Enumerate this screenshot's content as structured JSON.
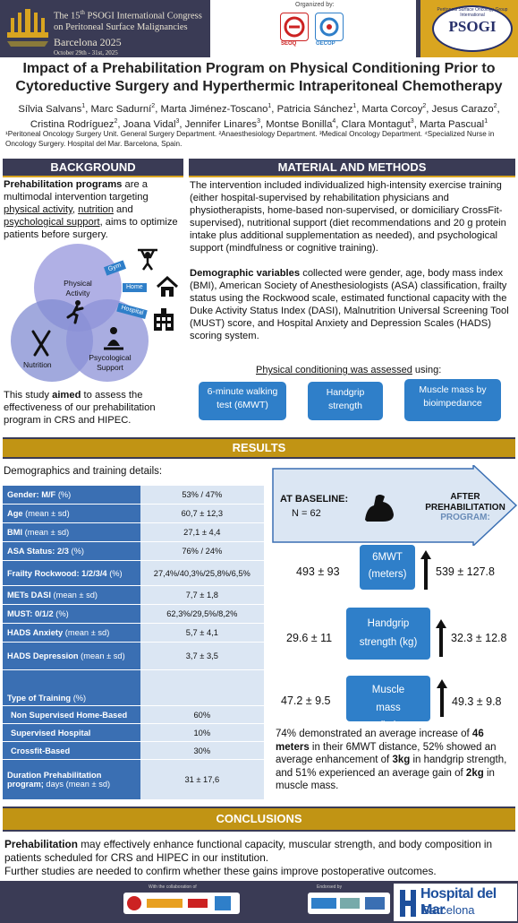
{
  "congress": {
    "line1": "The 15",
    "sup": "th",
    "line1b": " PSOGI International Congress",
    "line2": "on Peritoneal Surface Malignancies",
    "city": "Barcelona 2025",
    "dates": "October 29th - 31st, 2025"
  },
  "organized_by": "Organized by:",
  "org_logos": [
    "SEOQ",
    "GECOP"
  ],
  "psogi": {
    "ring": "Peritoneal Surface Oncology Group International",
    "name": "PSOGI"
  },
  "title": "Impact of a Prehabilitation Program on Physical Conditioning Prior to Cytoreductive Surgery and Hyperthermic Intraperitoneal Chemotherapy",
  "authors": [
    {
      "name": "Sílvia Salvans",
      "aff": "1"
    },
    {
      "name": "Marc Sadurní",
      "aff": "2"
    },
    {
      "name": "Marta Jiménez-Toscano",
      "aff": "1"
    },
    {
      "name": "Patricia Sánchez",
      "aff": "1"
    },
    {
      "name": "Marta Corcoy",
      "aff": "2"
    },
    {
      "name": "Jesus Carazo",
      "aff": "2"
    },
    {
      "name": "Cristina Rodríguez",
      "aff": "2"
    },
    {
      "name": "Joana Vidal",
      "aff": "3"
    },
    {
      "name": "Jennifer Linares",
      "aff": "3"
    },
    {
      "name": "Montse Bonilla",
      "aff": "4"
    },
    {
      "name": "Clara Montagut",
      "aff": "3"
    },
    {
      "name": "Marta Pascual",
      "aff": "1"
    }
  ],
  "affiliations": "¹Peritoneal Oncology Surgery Unit. General Surgery Department. ²Anaesthesiology Department. ³Medical Oncology Department. ⁴Specialized Nurse in Oncology Surgery. Hospital del Mar. Barcelona, Spain.",
  "background": {
    "heading": "BACKGROUND",
    "p1_bold": "Prehabilitation programs",
    "p1_a": " are a multimodal intervention targeting ",
    "p1_u1": "physical activity",
    "p1_b": ", ",
    "p1_u2": "nutrition",
    "p1_c": " and ",
    "p1_u3": "psychological support",
    "p1_d": ", aims to optimize patients before surgery.",
    "venn": {
      "physical": "Physical Activity",
      "nutrition": "Nutrition",
      "psych": "Psycological Support"
    },
    "tags": {
      "gym": "Gym",
      "home": "Home",
      "hospital": "Hospital"
    },
    "p2_a": "This study ",
    "p2_bold": "aimed",
    "p2_b": " to assess the effectiveness of our prehabilitation program in CRS and HIPEC."
  },
  "methods": {
    "heading": "MATERIAL AND METHODS",
    "p1": "The intervention included individualized high-intensity exercise training (either hospital-supervised by rehabilitation physicians and physiotherapists, home-based non-supervised, or domiciliary CrossFit-supervised), nutritional support (diet recommendations and 20 g protein intake plus additional supplementation as needed), and psychological support (mindfulness or cognitive training).",
    "p2_bold": "Demographic variables",
    "p2": " collected were gender, age, body mass index (BMI), American Society of Anesthesiologists (ASA) classification, frailty status using the Rockwood scale, estimated functional capacity with the Duke Activity Status Index (DASI), Malnutrition Universal Screening Tool (MUST) score, and Hospital Anxiety and Depression Scales (HADS) scoring system.",
    "assessed_u": "Physical conditioning was assessed",
    "assessed_rest": " using:",
    "tests": [
      "6-minute walking test (6MWT)",
      "Handgrip strength",
      "Muscle mass  by bioimpedance"
    ]
  },
  "results": {
    "heading": "RESULTS",
    "table_caption": "Demographics and training details:",
    "rows": [
      {
        "k": "Gender: M/F",
        "unit": " (%)",
        "v": "53% / 47%"
      },
      {
        "k": "Age",
        "unit": " (mean ± sd)",
        "v": "60,7 ± 12,3"
      },
      {
        "k": "BMI",
        "unit": " (mean ± sd)",
        "v": "27,1 ± 4,4"
      },
      {
        "k": "ASA Status: 2/3",
        "unit": "  (%)",
        "v": "76% / 24%"
      },
      {
        "k": "Frailty Rockwood: 1/2/3/4",
        "unit": " (%)",
        "v": "27,4%/40,3%/25,8%/6,5%"
      },
      {
        "k": "METs DASI",
        "unit": " (mean ± sd)",
        "v": "7,7 ± 1,8"
      },
      {
        "k": "MUST: 0/1/2",
        "unit": " (%)",
        "v": "62,3%/29,5%/8,2%"
      },
      {
        "k": "HADS Anxiety",
        "unit": " (mean ± sd)",
        "v": "5,7 ± 4,1"
      },
      {
        "k": "HADS Depression",
        "unit": " (mean ± sd)",
        "v": "3,7 ± 3,5"
      }
    ],
    "training": {
      "k": "Type of Training",
      "unit": " (%)",
      "items": [
        {
          "k": "Non Supervised Home-Based",
          "v": "60%"
        },
        {
          "k": "Supervised Hospital",
          "v": "10%"
        },
        {
          "k": "Crossfit-Based",
          "v": "30%"
        }
      ]
    },
    "duration": {
      "k": "Duration Prehabilitation program;",
      "unit": " days (mean ± sd)",
      "v": "31 ± 17,6"
    },
    "baseline_label": "AT BASELINE:",
    "n_label": "N = 62",
    "after_label1": "AFTER",
    "after_label2": "PREHABILITATION",
    "after_label3": "PROGRAM:",
    "measures": [
      {
        "name": "6MWT (meters)",
        "before": "493 ± 93",
        "after": "539 ± 127.8"
      },
      {
        "name": "Handgrip strength (kg)",
        "before": "29.6 ± 11",
        "after": "32.3 ± 12.8"
      },
      {
        "name": "Muscle mass (kg)",
        "before": "47.2 ± 9.5",
        "after": "49.3 ± 9.8"
      }
    ],
    "summary_a": "74% demonstrated an average increase of ",
    "summary_b1": "46 meters",
    "summary_c": " in their 6MWT distance, 52% showed an average enhancement of ",
    "summary_b2": "3kg",
    "summary_d": " in handgrip strength, and 51% experienced an average gain of ",
    "summary_b3": "2kg",
    "summary_e": " in muscle mass."
  },
  "conclusions": {
    "heading": "CONCLUSIONS",
    "c1_bold": "Prehabilitation",
    "c1": " may effectively enhance functional capacity, muscular strength, and body composition in patients scheduled for CRS and HIPEC in our institution.",
    "c2": "Further studies are needed to confirm whether these gains improve postoperative outcomes."
  },
  "footer": {
    "collab": "With the collaboration of",
    "endorsed": "Endorsed by",
    "hospital1": "Hospital del Mar",
    "hospital2": "Barcelona"
  }
}
